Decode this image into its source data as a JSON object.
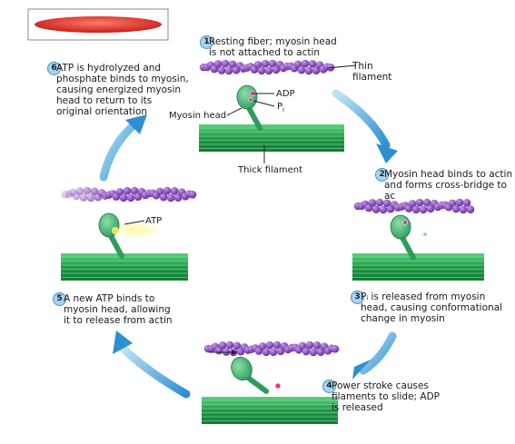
{
  "steps": [
    {
      "num": "1",
      "text": "Resting fiber; myosin head\nis not attached to actin"
    },
    {
      "num": "2",
      "text": "Myosin head binds to actin\nand forms cross-bridge to ac"
    },
    {
      "num": "3",
      "text": "Pᵢ is released from myosin\nhead, causing conformational\nchange in myosin"
    },
    {
      "num": "4",
      "text": "Power stroke causes\nfilaments to slide; ADP\nis released"
    },
    {
      "num": "5",
      "text": "A new ATP binds to\nmyosin head, allowing\nit to release from actin"
    },
    {
      "num": "6",
      "text": "ATP is hydrolyzed and\nphosphate binds to myosin,\ncausing energized myosin\nhead to return to its\noriginal orientation"
    }
  ],
  "labels": {
    "thin_filament": "Thin\nfilament",
    "thick_filament": "Thick filament",
    "myosin_head": "Myosin head",
    "adp": "ADP",
    "pi": "P",
    "pi_sub": "i",
    "atp": "ATP"
  },
  "colors": {
    "actin": "#7d3fb0",
    "actin_light": "#a977d6",
    "myosin": "#3fae6a",
    "thick": "#22a04a",
    "arrow": "#3aa0d8",
    "adp": "#d23a8e",
    "atp": "#f2e23a",
    "muscle": "#e0342b"
  }
}
